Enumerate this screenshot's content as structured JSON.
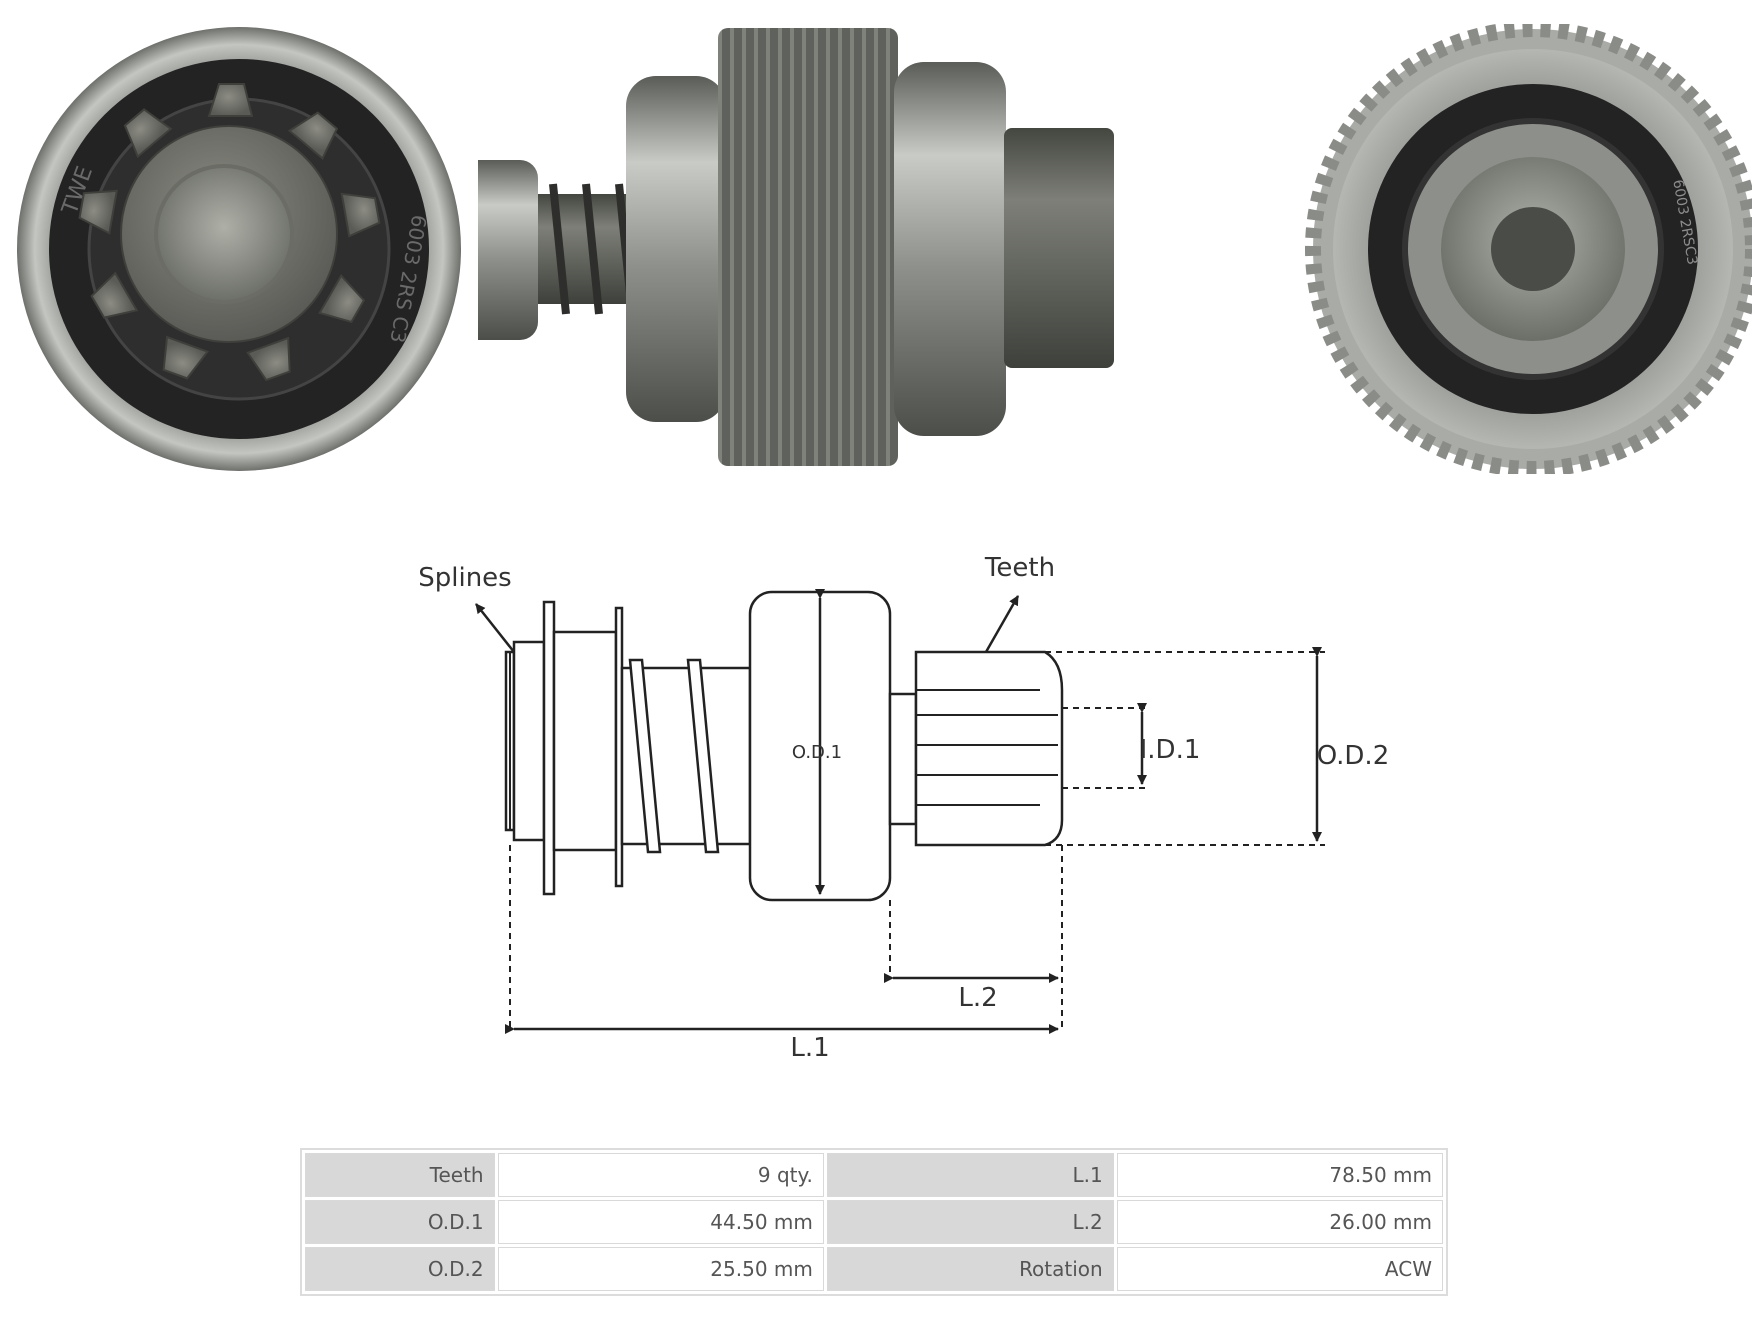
{
  "diagram": {
    "splines_label": "Splines",
    "teeth_label": "Teeth",
    "od1_label": "O.D.1",
    "id1_label": "I.D.1",
    "od2_label": "O.D.2",
    "l1_label": "L.1",
    "l2_label": "L.2"
  },
  "specs": {
    "rows": [
      [
        {
          "label": "Teeth",
          "value": "9 qty."
        },
        {
          "label": "L.1",
          "value": "78.50 mm"
        }
      ],
      [
        {
          "label": "O.D.1",
          "value": "44.50 mm"
        },
        {
          "label": "L.2",
          "value": "26.00 mm"
        }
      ],
      [
        {
          "label": "O.D.2",
          "value": "25.50 mm"
        },
        {
          "label": "Rotation",
          "value": "ACW"
        }
      ]
    ]
  },
  "photos": {
    "front_bearing_code": "6003 2RS C3",
    "front_bearing_brand": "TWE",
    "back_bearing_code": "6003 2RSC3"
  },
  "colors": {
    "metal_dark": "#5f615c",
    "metal_light": "#b9bbb7",
    "rubber_seal": "#232323",
    "table_label_bg": "#d8d8d8",
    "table_border": "#dcdcdc"
  }
}
